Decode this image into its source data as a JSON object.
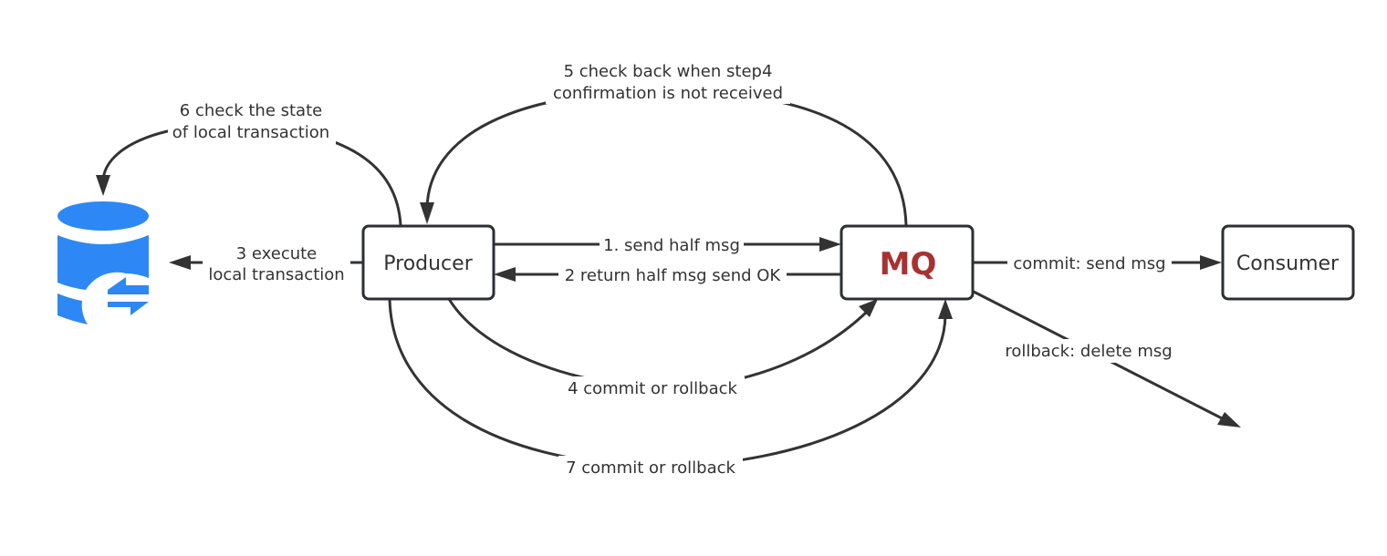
{
  "diagram": {
    "title": "Transactional message flow (half message)",
    "colors": {
      "line": "#333333",
      "box_border": "#2b2f33",
      "mq_text": "#a83232",
      "database_icon": "#2d88f5"
    },
    "nodes": {
      "database": {
        "icon": "database-sync-icon"
      },
      "producer": {
        "label": "Producer"
      },
      "mq": {
        "label": "MQ"
      },
      "consumer": {
        "label": "Consumer"
      }
    },
    "edges": {
      "step1": {
        "label": "1. send half msg",
        "from": "Producer",
        "to": "MQ"
      },
      "step2": {
        "label": "2 return half msg send OK",
        "from": "MQ",
        "to": "Producer"
      },
      "step3": {
        "line1": "3 execute",
        "line2": "local transaction",
        "from": "Producer",
        "to": "Database"
      },
      "step4": {
        "label": "4 commit or rollback",
        "from": "Producer",
        "to": "MQ"
      },
      "step5": {
        "line1": "5 check back when step4",
        "line2": "confirmation is not received",
        "from": "MQ",
        "to": "Producer"
      },
      "step6": {
        "line1": "6 check the state",
        "line2": "of local transaction",
        "from": "Producer",
        "to": "Database"
      },
      "step7": {
        "label": "7 commit or rollback",
        "from": "Producer",
        "to": "MQ"
      },
      "commit": {
        "label": "commit: send msg",
        "from": "MQ",
        "to": "Consumer"
      },
      "rollback": {
        "label": "rollback: delete msg",
        "from": "MQ",
        "to": ""
      }
    }
  }
}
